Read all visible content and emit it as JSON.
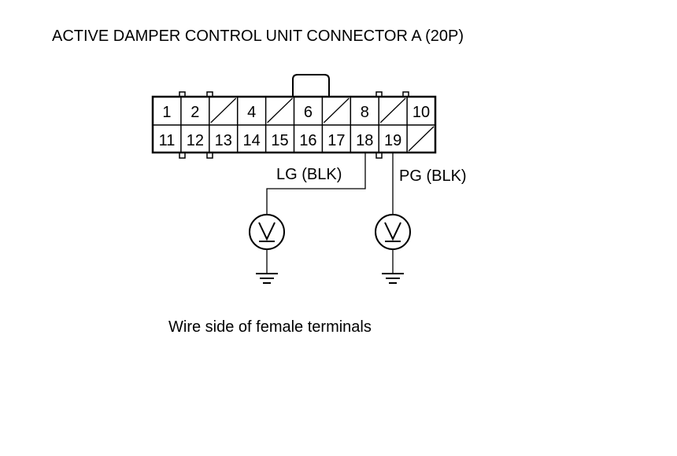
{
  "title": "ACTIVE DAMPER CONTROL UNIT CONNECTOR A (20P)",
  "footer": "Wire side of female terminals",
  "connector": {
    "row1": [
      "1",
      "2",
      "",
      "4",
      "",
      "6",
      "",
      "8",
      "",
      "10"
    ],
    "row2": [
      "11",
      "12",
      "13",
      "14",
      "15",
      "16",
      "17",
      "18",
      "19",
      ""
    ]
  },
  "wires": {
    "left": "LG (BLK)",
    "right": "PG (BLK)"
  }
}
